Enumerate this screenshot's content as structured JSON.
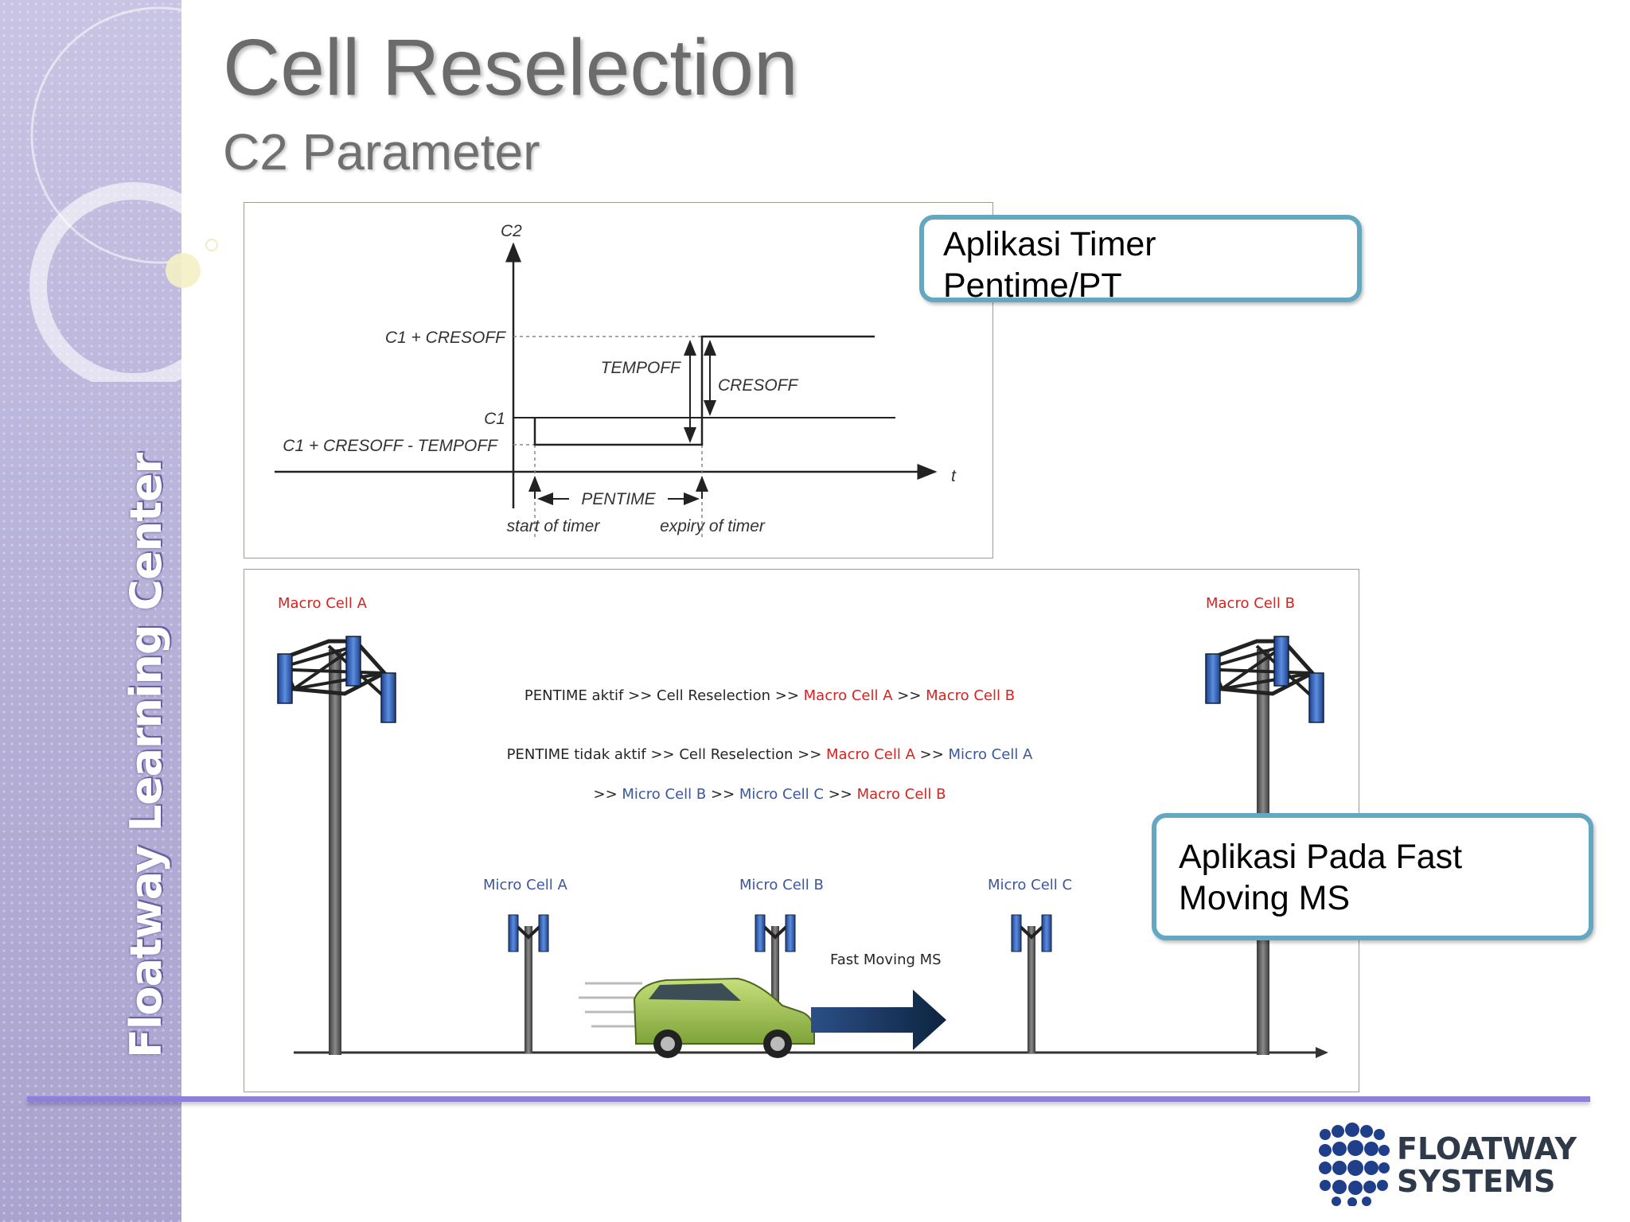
{
  "slide": {
    "title": "Cell Reselection",
    "subtitle": "C2 Parameter",
    "sidebar_text": "Floatway Learning Center"
  },
  "timer_diagram": {
    "y_axis_label": "C2",
    "x_axis_label": "t",
    "level_c1_cresoff": "C1 + CRESOFF",
    "level_c1": "C1",
    "level_c1_cresoff_tempoff": "C1 + CRESOFF - TEMPOFF",
    "tempoff_label": "TEMPOFF",
    "cresoff_label": "CRESOFF",
    "pentime_label": "PENTIME",
    "start_label": "start of timer",
    "expiry_label": "expiry of timer"
  },
  "callouts": {
    "timer": [
      "Aplikasi Timer",
      "Pentime/PT"
    ],
    "fast": [
      "Aplikasi Pada Fast",
      "Moving MS"
    ]
  },
  "cells_diagram": {
    "macro_a": "Macro Cell A",
    "macro_b": "Macro Cell B",
    "micro_a": "Micro Cell A",
    "micro_b": "Micro Cell B",
    "micro_c": "Micro Cell C",
    "fast_ms": "Fast Moving MS",
    "line1": {
      "p1": "PENTIME aktif >> Cell Reselection >> ",
      "p2": "Macro Cell A",
      "p3": " >> ",
      "p4": "Macro Cell B"
    },
    "line2": {
      "p1": "PENTIME tidak aktif >> Cell Reselection >> ",
      "p2": "Macro Cell A",
      "p3": " >> ",
      "p4": "Micro Cell A"
    },
    "line3": {
      "p1": ">> ",
      "p2": "Micro Cell B",
      "p3": " >> ",
      "p4": "Micro Cell C",
      "p5": " >> ",
      "p6": "Macro Cell B"
    }
  },
  "logo": {
    "line1": "FLOATWAY",
    "line2": "SYSTEMS"
  },
  "colors": {
    "red": "#d9211f",
    "blue": "#3a57a0",
    "accent": "#8e7fd8",
    "callout_border": "#63a8c0"
  }
}
